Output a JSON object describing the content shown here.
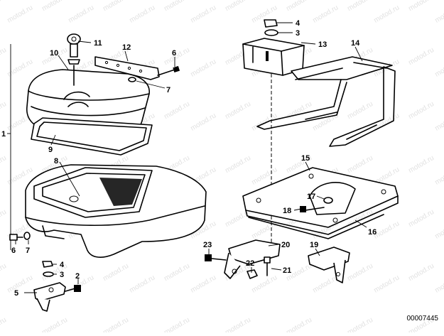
{
  "doc_number": "00007445",
  "watermark": "motod.ru",
  "colors": {
    "ink": "#000000",
    "paper": "#ffffff",
    "watermark": "#e2e2e2"
  },
  "labels": {
    "p1": "1",
    "p2": "2",
    "p3": "3",
    "p3b": "3",
    "p4": "4",
    "p4b": "4",
    "p5": "5",
    "p6": "6",
    "p6b": "6",
    "p7": "7",
    "p7b": "7",
    "p8": "8",
    "p9": "9",
    "p10": "10",
    "p11": "11",
    "p12": "12",
    "p13": "13",
    "p14": "14",
    "p15": "15",
    "p16": "16",
    "p17": "17",
    "p18": "18",
    "p19": "19",
    "p20": "20",
    "p21": "21",
    "p22": "22",
    "p23": "23"
  }
}
